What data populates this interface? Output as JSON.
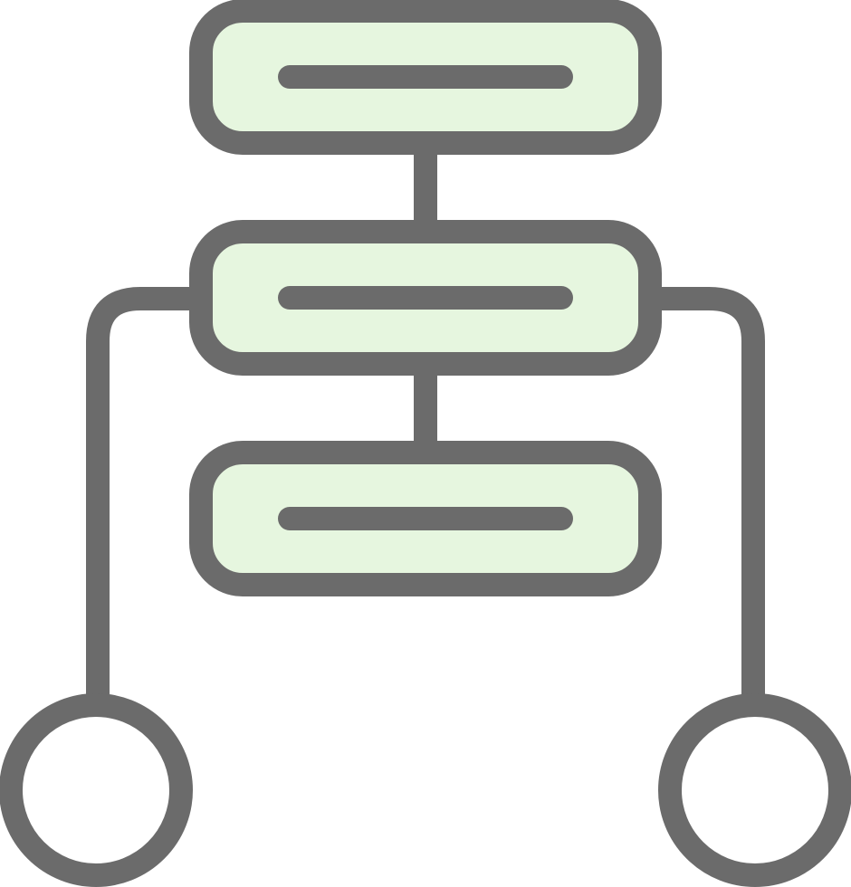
{
  "icon": {
    "name": "hierarchy-structure-icon",
    "colors": {
      "stroke": "#6b6b6b",
      "box_fill": "#e6f6df",
      "circle_fill": "#ffffff",
      "background": "#ffffff"
    },
    "nodes": [
      {
        "id": "top-block",
        "kind": "block"
      },
      {
        "id": "middle-block",
        "kind": "block"
      },
      {
        "id": "bottom-block",
        "kind": "block"
      },
      {
        "id": "left-endpoint",
        "kind": "circle"
      },
      {
        "id": "right-endpoint",
        "kind": "circle"
      }
    ],
    "edges": [
      {
        "from": "top-block",
        "to": "middle-block"
      },
      {
        "from": "middle-block",
        "to": "bottom-block"
      },
      {
        "from": "middle-block",
        "to": "left-endpoint"
      },
      {
        "from": "middle-block",
        "to": "right-endpoint"
      }
    ]
  }
}
